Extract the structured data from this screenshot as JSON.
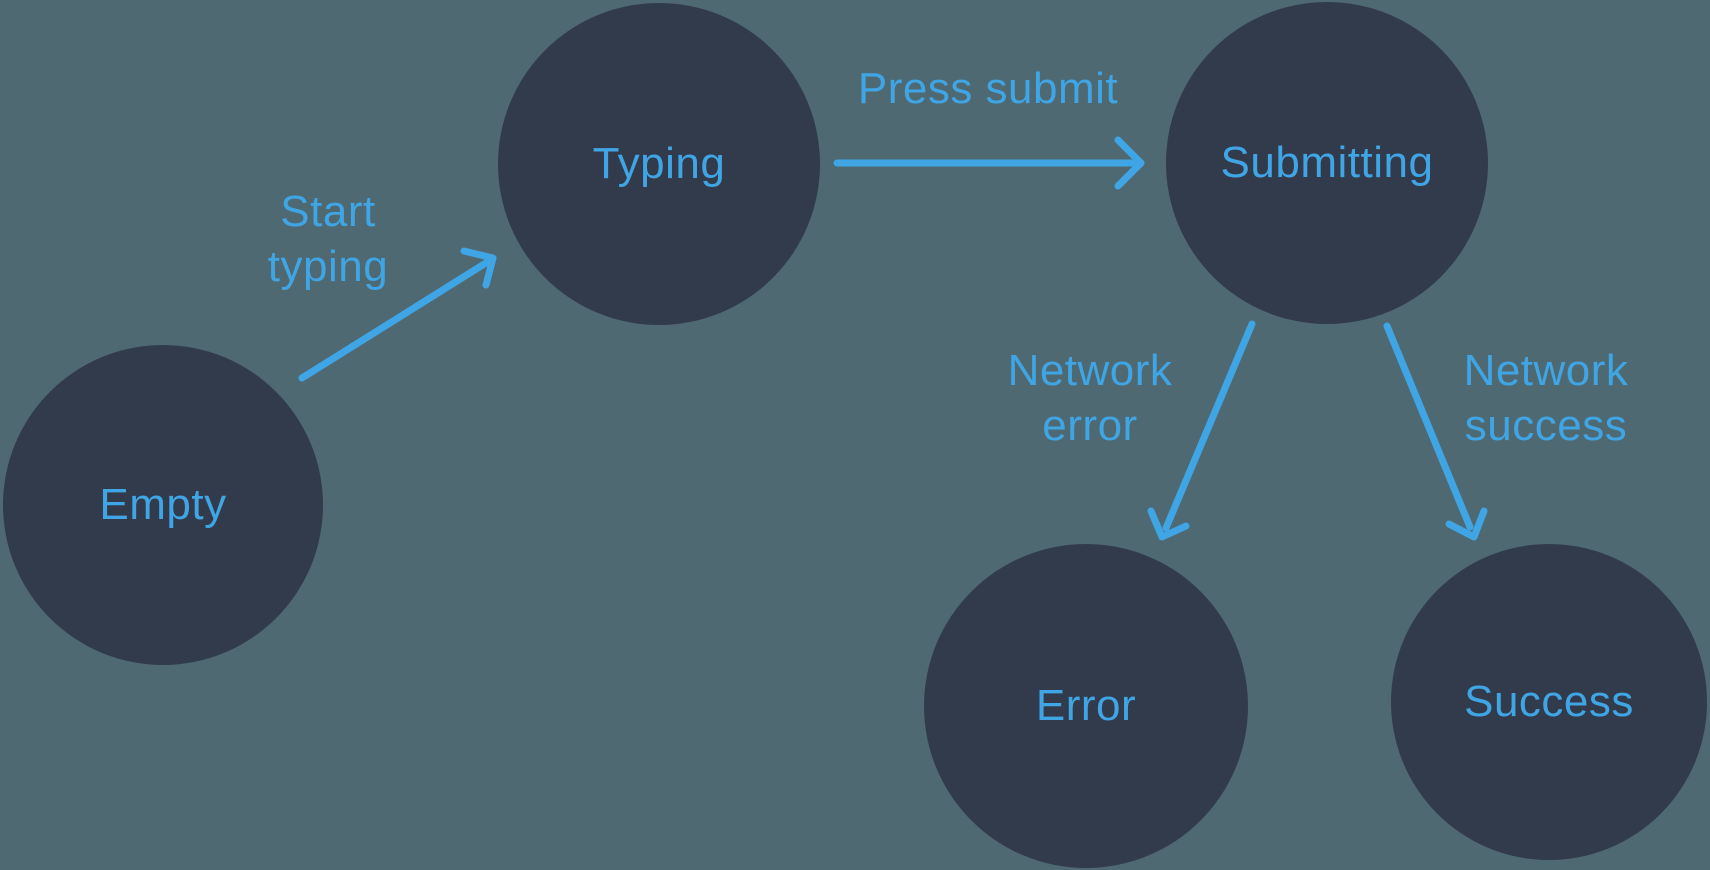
{
  "diagram": {
    "type": "state-machine",
    "states": [
      {
        "id": "empty",
        "label": "Empty"
      },
      {
        "id": "typing",
        "label": "Typing"
      },
      {
        "id": "submitting",
        "label": "Submitting"
      },
      {
        "id": "error",
        "label": "Error"
      },
      {
        "id": "success",
        "label": "Success"
      }
    ],
    "transitions": [
      {
        "id": "start-typing",
        "label": "Start typing",
        "from": "empty",
        "to": "typing"
      },
      {
        "id": "press-submit",
        "label": "Press submit",
        "from": "typing",
        "to": "submitting"
      },
      {
        "id": "network-error",
        "label": "Network error",
        "from": "submitting",
        "to": "error"
      },
      {
        "id": "network-success",
        "label": "Network success",
        "from": "submitting",
        "to": "success"
      }
    ],
    "colors": {
      "background": "#4E6972",
      "node_fill": "#323B4B",
      "accent": "#3FA5E5"
    }
  }
}
